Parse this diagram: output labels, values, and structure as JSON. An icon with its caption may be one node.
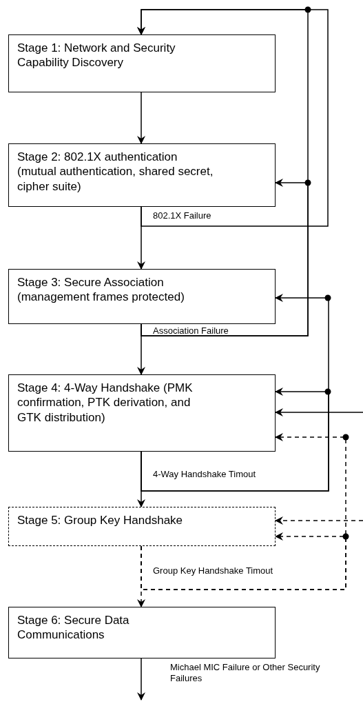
{
  "diagram": {
    "nodes": [
      {
        "text": [
          "Stage 1: Network and Security Capability Discovery"
        ]
      },
      {
        "text": [
          "Stage 2: 802.1X authentication (mutual authentication, shared secret, cipher suite)"
        ]
      },
      {
        "text": [
          "Stage 3: Secure Association (management frames protected)"
        ]
      },
      {
        "text": [
          "Stage 4: 4-Way Handshake (PMK confirmation, PTK derivation, and GTK distribution)"
        ]
      },
      {
        "text": [
          "Stage 5: Group Key Handshake"
        ]
      },
      {
        "text": [
          "Stage 6: Secure Data Communications"
        ]
      }
    ],
    "edges": [
      {
        "from": 0,
        "to": 1,
        "arrow": "to"
      },
      {
        "from": 1,
        "to": 2,
        "arrow": "to"
      },
      {
        "from": 1,
        "to": 0,
        "arrow": "to",
        "label": "802.1X Failure"
      },
      {
        "from": 2,
        "to": 3,
        "arrow": "to"
      },
      {
        "from": 2,
        "to": 1,
        "arrow": "to",
        "label": "Association Failure"
      },
      {
        "from": 2,
        "to": 0,
        "arrow": "to"
      },
      {
        "from": 3,
        "to": 4,
        "arrow": "to"
      },
      {
        "from": 3,
        "to": 2,
        "arrow": "to",
        "label": "4-Way Handshake Timout"
      },
      {
        "from": 3,
        "to": 3,
        "arrow": "to"
      },
      {
        "from": null,
        "to": 3,
        "arrow": "to"
      },
      {
        "from": 4,
        "to": 5,
        "arrow": "to",
        "style": "dashed"
      },
      {
        "from": 4,
        "to": 3,
        "arrow": "to",
        "style": "dashed",
        "label": "Group Key Handshake Timout"
      },
      {
        "from": 4,
        "to": 4,
        "arrow": "to",
        "style": "dashed"
      },
      {
        "from": null,
        "to": 4,
        "arrow": "to",
        "style": "dashed"
      },
      {
        "from": 5,
        "to": null,
        "arrow": "to",
        "label": "Michael MIC Failure or Other Security Failures"
      }
    ]
  }
}
